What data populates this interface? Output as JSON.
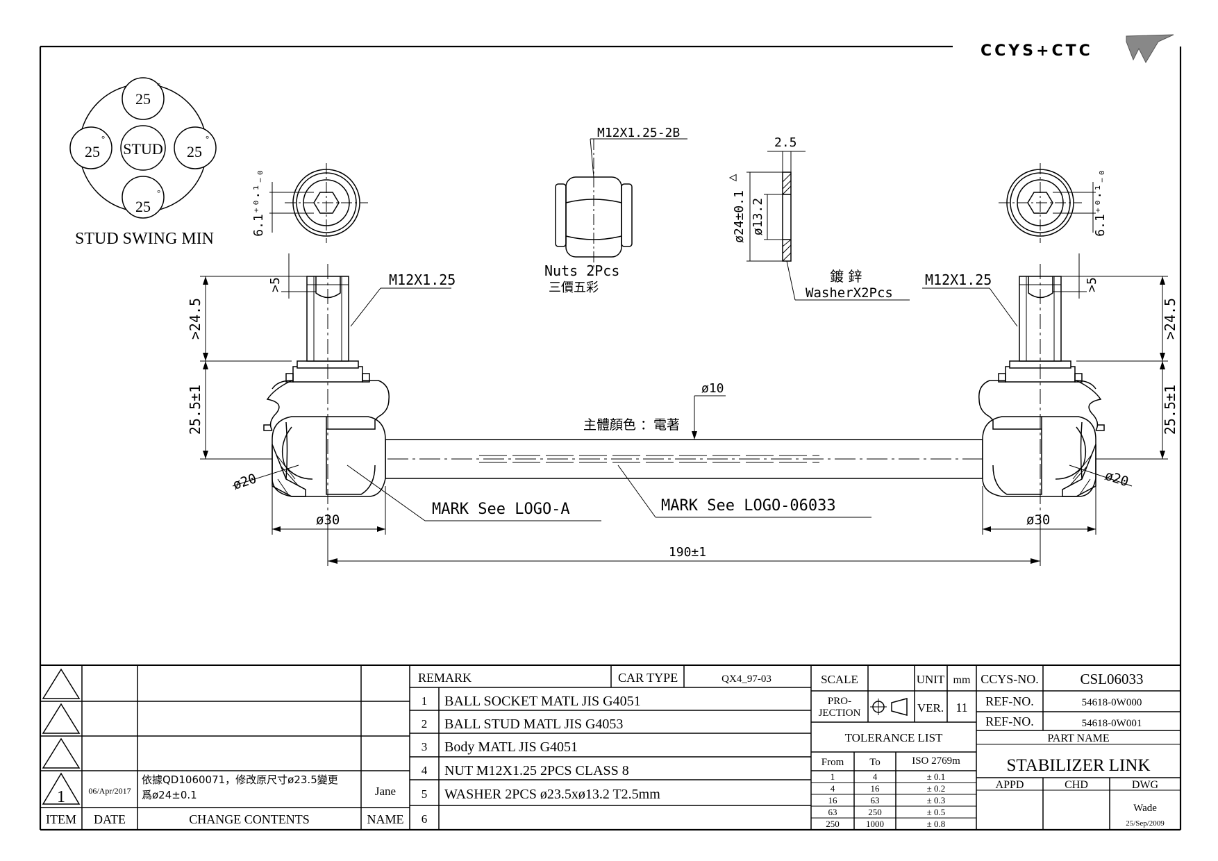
{
  "logo": {
    "text": "CCYS+CTC"
  },
  "swing": {
    "title": "STUD SWING MIN",
    "center": "STUD",
    "angle": "25",
    "degree": "°"
  },
  "views": {
    "left_wrench": "6.1⁺⁰·¹₋₀",
    "right_wrench": "6.1⁺⁰·¹₋₀",
    "nut_thread": "M12X1.25-2B",
    "nut_qty": "Nuts 2Pcs",
    "nut_finish": "三價五彩",
    "washer_thk": "2.5",
    "washer_od": "ø24±0.1",
    "washer_id": "ø13.2",
    "washer_rev": "△",
    "washer_plating": "鍍 鋅",
    "washer_qty": "WasherX2Pcs"
  },
  "main_view": {
    "stud_thread_left": "M12X1.25",
    "stud_thread_right": "M12X1.25",
    "gt5_left": ">5",
    "gt5_right": ">5",
    "thread_len_left": ">24.5",
    "thread_len_right": ">24.5",
    "height_left": "25.5±1",
    "height_right": "25.5±1",
    "ball_left": "ø20",
    "ball_right": "ø20",
    "housing_left": "ø30",
    "housing_right": "ø30",
    "rod_dia": "ø10",
    "body_color": "主體顏色 ：電著",
    "mark_a": "MARK See LOGO-A",
    "mark_b": "MARK See LOGO-06033",
    "length": "190±1"
  },
  "revision_block": {
    "rows": [
      {
        "item": "",
        "date": "",
        "change": "",
        "name": ""
      },
      {
        "item": "",
        "date": "",
        "change": "",
        "name": ""
      },
      {
        "item": "",
        "date": "",
        "change": "",
        "name": ""
      },
      {
        "item": "1",
        "date": "06/Apr/2017",
        "change_1": "依據QD1060071，修改原尺寸ø23.5變更",
        "change_2": "爲ø24±0.1",
        "name": "Jane"
      }
    ],
    "headers": {
      "item": "ITEM",
      "date": "DATE",
      "change": "CHANGE CONTENTS",
      "name": "NAME"
    }
  },
  "bom": {
    "remark_label": "REMARK",
    "car_type_label": "CAR TYPE",
    "car_type": "QX4_97-03",
    "items": [
      {
        "no": "1",
        "desc": "BALL SOCKET MATL JIS G4051"
      },
      {
        "no": "2",
        "desc": "BALL STUD MATL JIS G4053"
      },
      {
        "no": "3",
        "desc": "Body MATL JIS G4051"
      },
      {
        "no": "4",
        "desc": "NUT M12X1.25 2PCS CLASS 8"
      },
      {
        "no": "5",
        "desc": "WASHER 2PCS ø23.5xø13.2 T2.5mm"
      },
      {
        "no": "6",
        "desc": ""
      }
    ]
  },
  "scale_block": {
    "scale_label": "SCALE",
    "unit_label": "UNIT",
    "unit": "mm",
    "projection_1": "PRO-",
    "projection_2": "JECTION",
    "ver_label": "VER.",
    "ver": "11",
    "tolerance_title": "TOLERANCE LIST",
    "tol_from": "From",
    "tol_to": "To",
    "tol_std": "ISO 2769m",
    "tolerances": [
      {
        "from": "1",
        "to": "4",
        "tol": "± 0.1"
      },
      {
        "from": "4",
        "to": "16",
        "tol": "± 0.2"
      },
      {
        "from": "16",
        "to": "63",
        "tol": "± 0.3"
      },
      {
        "from": "63",
        "to": "250",
        "tol": "± 0.5"
      },
      {
        "from": "250",
        "to": "1000",
        "tol": "± 0.8"
      }
    ]
  },
  "title_block": {
    "ccys_label": "CCYS-NO.",
    "ccys_no": "CSL06033",
    "ref_label_1": "REF-NO.",
    "ref_no_1": "54618-0W000",
    "ref_label_2": "REF-NO.",
    "ref_no_2": "54618-0W001",
    "part_name_label": "PART NAME",
    "part_name": "STABILIZER LINK",
    "appd": "APPD",
    "chd": "CHD",
    "dwg": "DWG",
    "drawn_by": "Wade",
    "drawn_date": "25/Sep/2009"
  }
}
